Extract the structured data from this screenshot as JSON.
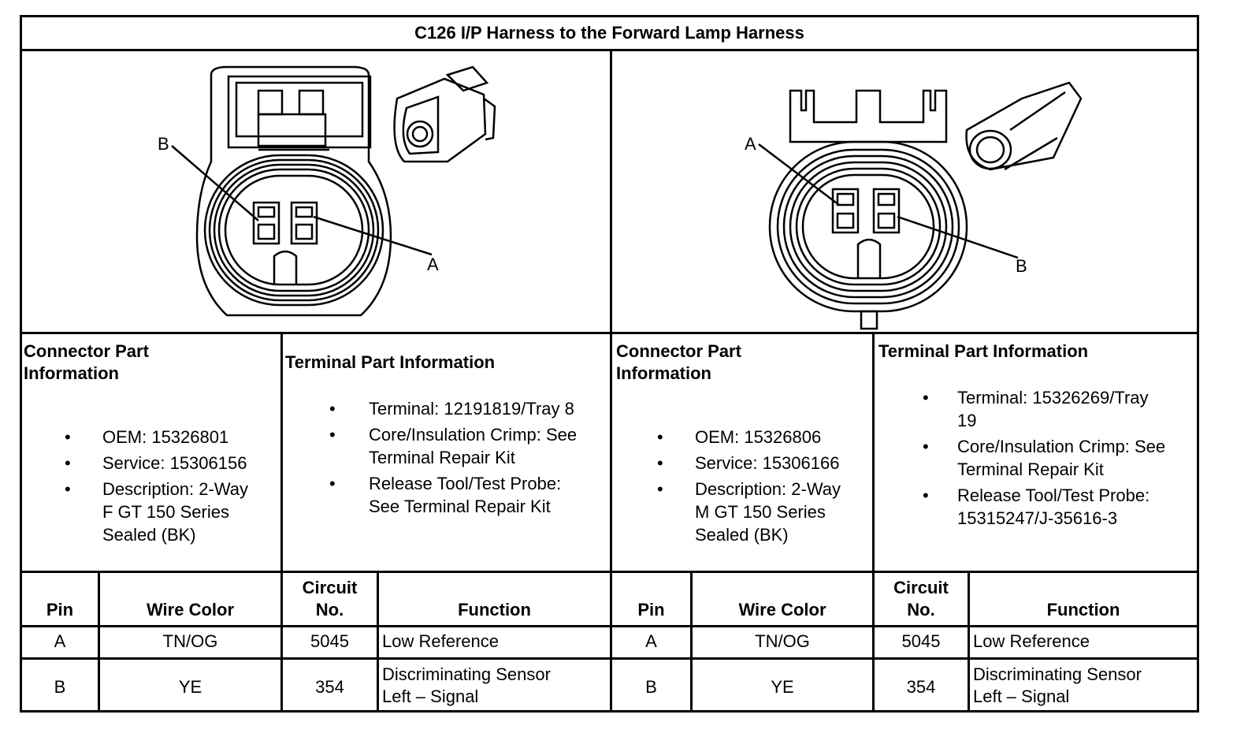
{
  "title": "C126 I/P Harness to the Forward Lamp Harness",
  "sides": [
    {
      "connector_header": [
        "Connector Part",
        "Information"
      ],
      "connector_items": [
        [
          "OEM: 15326801"
        ],
        [
          "Service: 15306156"
        ],
        [
          "Description: 2-Way",
          "F GT 150 Series",
          "Sealed (BK)"
        ]
      ],
      "terminal_header": "Terminal Part Information",
      "terminal_items": [
        [
          "Terminal: 12191819/Tray 8"
        ],
        [
          "Core/Insulation Crimp: See",
          "Terminal Repair Kit"
        ],
        [
          "Release Tool/Test Probe:",
          "See Terminal Repair Kit"
        ]
      ],
      "diagram_labels": {
        "left": "B",
        "right": "A"
      },
      "table": {
        "headers": {
          "pin": "Pin",
          "wire": "Wire Color",
          "circuit": [
            "Circuit",
            "No."
          ],
          "function": "Function"
        },
        "rows": [
          {
            "pin": "A",
            "wire": "TN/OG",
            "circuit": "5045",
            "function": [
              "Low Reference"
            ]
          },
          {
            "pin": "B",
            "wire": "YE",
            "circuit": "354",
            "function": [
              "Discriminating Sensor",
              "Left – Signal"
            ]
          }
        ]
      }
    },
    {
      "connector_header": [
        "Connector Part",
        "Information"
      ],
      "connector_items": [
        [
          "OEM: 15326806"
        ],
        [
          "Service: 15306166"
        ],
        [
          "Description: 2-Way",
          "M GT 150 Series",
          "Sealed (BK)"
        ]
      ],
      "terminal_header": "Terminal Part Information",
      "terminal_items": [
        [
          "Terminal: 15326269/Tray",
          "19"
        ],
        [
          "Core/Insulation Crimp: See",
          "Terminal Repair Kit"
        ],
        [
          "Release Tool/Test Probe:",
          "15315247/J-35616-3"
        ]
      ],
      "diagram_labels": {
        "left": "A",
        "right": "B"
      },
      "table": {
        "headers": {
          "pin": "Pin",
          "wire": "Wire Color",
          "circuit": [
            "Circuit",
            "No."
          ],
          "function": "Function"
        },
        "rows": [
          {
            "pin": "A",
            "wire": "TN/OG",
            "circuit": "5045",
            "function": [
              "Low Reference"
            ]
          },
          {
            "pin": "B",
            "wire": "YE",
            "circuit": "354",
            "function": [
              "Discriminating Sensor",
              "Left – Signal"
            ]
          }
        ]
      }
    }
  ]
}
